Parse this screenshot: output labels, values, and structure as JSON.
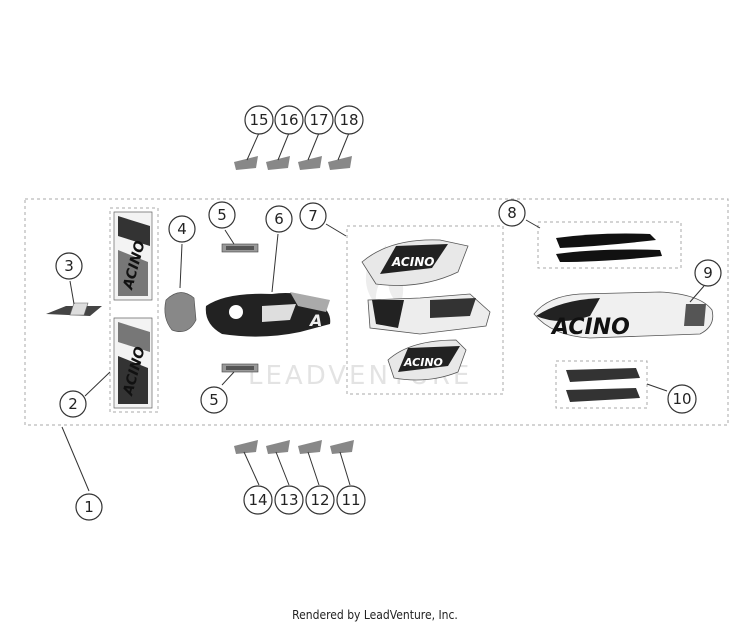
{
  "watermark": {
    "text": "LEADVENTURE"
  },
  "footer": {
    "credit": "Rendered by LeadVenture, Inc."
  },
  "decal_text": {
    "brand": "ACINO",
    "brand_short": "A"
  },
  "callouts": [
    {
      "number": "1"
    },
    {
      "number": "2"
    },
    {
      "number": "3"
    },
    {
      "number": "4"
    },
    {
      "number": "5"
    },
    {
      "number": "5"
    },
    {
      "number": "6"
    },
    {
      "number": "7"
    },
    {
      "number": "8"
    },
    {
      "number": "9"
    },
    {
      "number": "10"
    },
    {
      "number": "11"
    },
    {
      "number": "12"
    },
    {
      "number": "13"
    },
    {
      "number": "14"
    },
    {
      "number": "15"
    },
    {
      "number": "16"
    },
    {
      "number": "17"
    },
    {
      "number": "18"
    }
  ]
}
